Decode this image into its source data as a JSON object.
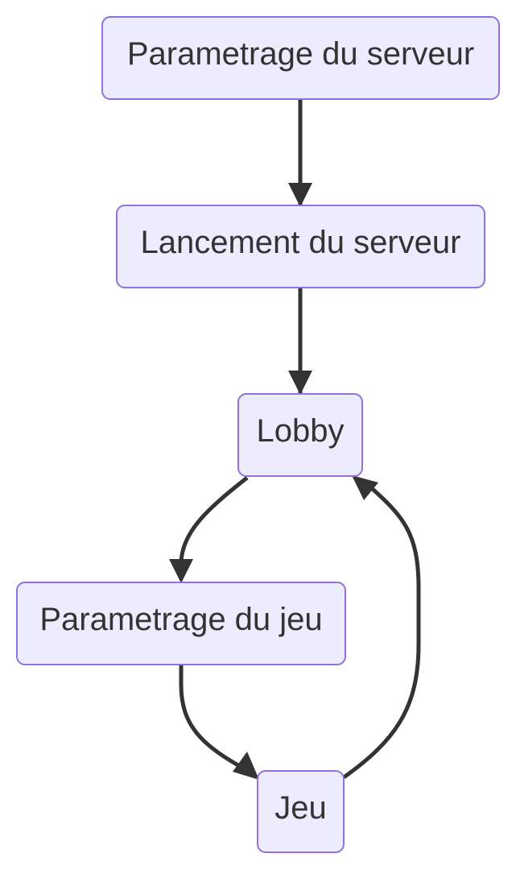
{
  "nodes": [
    {
      "id": "param-serveur",
      "label": "Parametrage du serveur"
    },
    {
      "id": "lancement-serveur",
      "label": "Lancement du serveur"
    },
    {
      "id": "lobby",
      "label": "Lobby"
    },
    {
      "id": "param-jeu",
      "label": "Parametrage du jeu"
    },
    {
      "id": "jeu",
      "label": "Jeu"
    }
  ],
  "edges": [
    {
      "from": "param-serveur",
      "to": "lancement-serveur"
    },
    {
      "from": "lancement-serveur",
      "to": "lobby"
    },
    {
      "from": "lobby",
      "to": "param-jeu"
    },
    {
      "from": "param-jeu",
      "to": "jeu"
    },
    {
      "from": "jeu",
      "to": "lobby"
    }
  ],
  "colors": {
    "node_fill": "#ECECFF",
    "node_stroke": "#9370DB",
    "edge": "#333333",
    "text": "#333333"
  }
}
